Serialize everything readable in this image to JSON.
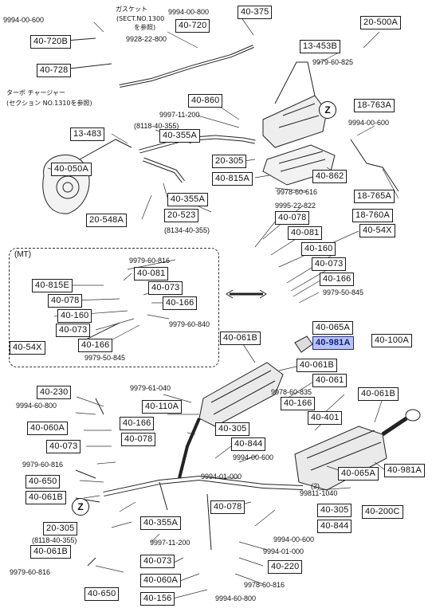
{
  "title": "",
  "texts": {
    "gasket_line1": "ガスケット",
    "gasket_line2": "(SECT.NO.1300",
    "gasket_line3": "を参照)",
    "turbo_line1": "ターボ チャージャー",
    "turbo_line2": "(セクション NO.1310を参照)",
    "mt": "(MT)",
    "ref_8118_top": "(8118-40-355)",
    "ref_8134": "(8134-40-355)",
    "ref_8118_bottom": "(8118-40-355)",
    "qty2": "(2)",
    "z": "Z"
  },
  "labels": {
    "n9994_00_600_a": "9994-00-600",
    "n40_720B": "40-720B",
    "n9928_22_800": "9928-22-800",
    "n40_728": "40-728",
    "n9994_00_800_a": "9994-00-800",
    "n40_720": "40-720",
    "n40_375": "40-375",
    "n20_500A": "20-500A",
    "n13_453B": "13-453B",
    "n9979_60_825": "9979-60-825",
    "n40_860": "40-860",
    "n9997_11_200_a": "9997-11-200",
    "n40_355A_a": "40-355A",
    "n13_483": "13-483",
    "n40_050A": "40-050A",
    "n20_305_a": "20-305",
    "n40_815A": "40-815A",
    "n40_862": "40-862",
    "n9978_60_616": "9978-60-616",
    "n18_763A": "18-763A",
    "n9994_00_600_b": "9994-00-600",
    "n18_765A": "18-765A",
    "n40_355A_b": "40-355A",
    "n20_548A": "20-548A",
    "n20_523": "20-523",
    "n9995_22_822": "9995-22-822",
    "n40_078_a": "40-078",
    "n18_760A": "18-760A",
    "n40_081_a": "40-081",
    "n40_54X_a": "40-54X",
    "n40_160_a": "40-160",
    "n40_073_a": "40-073",
    "n40_166_a": "40-166",
    "n9979_50_845_a": "9979-50-845",
    "n9979_60_816_a": "9979-60-816",
    "n40_081_b": "40-081",
    "n40_815E": "40-815E",
    "n40_073_b": "40-073",
    "n40_078_b": "40-078",
    "n40_166_b": "40-166",
    "n40_160_b": "40-160",
    "n9979_60_840": "9979-60-840",
    "n40_073_c": "40-073",
    "n40_54X_b": "40-54X",
    "n40_166_c": "40-166",
    "n9979_50_845_b": "9979-50-845",
    "n40_061B_a": "40-061B",
    "n40_065A_a": "40-065A",
    "n40_981A_hl": "40-981A",
    "n40_100A": "40-100A",
    "n40_061B_b": "40-061B",
    "n40_061": "40-061",
    "n40_230": "40-230",
    "n9979_61_040": "9979-61-040",
    "n9978_60_835": "9978-60-835",
    "n40_061B_c": "40-061B",
    "n9994_60_800": "9994-60-800",
    "n40_110A": "40-110A",
    "n40_166_d": "40-166",
    "n40_060A_a": "40-060A",
    "n40_166_e": "40-166",
    "n40_401": "40-401",
    "n40_305_a": "40-305",
    "n40_078_c": "40-078",
    "n40_073_d": "40-073",
    "n40_844_a": "40-844",
    "n9994_00_600_c": "9994-00-600",
    "n40_981A": "40-981A",
    "n9979_60_816_b": "9979-60-816",
    "n40_065A_b": "40-065A",
    "n9994_01_000_a": "9994-01-000",
    "n40_650_a": "40-650",
    "n99811_1040": "99811-1040",
    "n40_061B_d": "40-061B",
    "n40_305_b": "40-305",
    "n40_200C": "40-200C",
    "n40_078_d": "40-078",
    "n40_355A_c": "40-355A",
    "n40_844_b": "40-844",
    "n20_305_b": "20-305",
    "n9994_00_600_d": "9994-00-600",
    "n9997_11_200_b": "9997-11-200",
    "n40_061B_e": "40-061B",
    "n9994_01_000_b": "9994-01-000",
    "n9979_60_816_c": "9979-60-816",
    "n40_073_e": "40-073",
    "n40_220": "40-220",
    "n40_060A_b": "40-060A",
    "n9978_60_816": "9978-60-816",
    "n40_650_b": "40-650",
    "n40_156": "40-156"
  },
  "colors": {
    "highlight_fill": "#b9c3ef",
    "highlight_border": "#1a2f9a",
    "line": "#1a1a1a"
  }
}
